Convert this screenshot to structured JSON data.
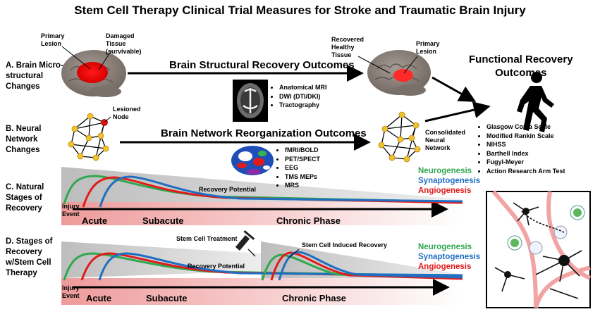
{
  "title": "Stem Cell Therapy Clinical Trial Measures for Stroke and Traumatic Brain Injury",
  "rows": {
    "a": "A. Brain Micro-\nstructural\nChanges",
    "b": "B. Neural\nNetwork\nChanges",
    "c": "C. Natural\nStages of\nRecovery",
    "d": "D. Stages of\nRecovery\nw/Stem Cell\nTherapy"
  },
  "labels": {
    "primary_lesion_left": "Primary\nLesion",
    "damaged_tissue": "Damaged\nTissue\n(survivable)",
    "recovered_tissue": "Recovered\nHealthy\nTissue",
    "primary_lesion_right": "Primary\nLesion",
    "lesioned_node": "Lesioned\nNode",
    "consolidated_network": "Consolidated\nNeural\nNetwork",
    "recovery_potential_c": "Recovery Potential",
    "recovery_potential_d": "Recovery Potential",
    "injury_event_c": "Injury\nEvent",
    "injury_event_d": "Injury\nEvent",
    "stem_cell_treatment": "Stem Cell Treatment",
    "stem_cell_induced_recovery": "Stem Cell Induced Recovery"
  },
  "headings": {
    "structural": "Brain Structural Recovery Outcomes",
    "network": "Brain Network Reorganization Outcomes",
    "functional": "Functional Recovery\nOutcomes"
  },
  "structural_measures": [
    "Anatomical MRI",
    "DWI (DTI/DKI)",
    "Tractography"
  ],
  "network_measures": [
    "fMRI/BOLD",
    "PET/SPECT",
    "EEG",
    "TMS MEPs",
    "MRS"
  ],
  "functional_measures": [
    "Glasgow Coma Scale",
    "Modified Rankin Scale",
    "NIHSS",
    "Barthell Index",
    "Fugyl-Meyer",
    "Action Research Arm Test"
  ],
  "phases": {
    "c": [
      "Acute",
      "Subacute",
      "Chronic Phase"
    ],
    "d": [
      "Acute",
      "Subacute",
      "Chronic Phase"
    ]
  },
  "legend": [
    {
      "label": "Neurogenesis",
      "color": "#2fa84f"
    },
    {
      "label": "Synaptogenesis",
      "color": "#1f6fc2"
    },
    {
      "label": "Angiogenesis",
      "color": "#e01b1b"
    }
  ],
  "legend_d": [
    {
      "label": "Neurogenesis",
      "color": "#2fa84f"
    },
    {
      "label": "Synaptogenesis",
      "color": "#1f6fc2"
    },
    {
      "label": "Angiogenesis",
      "color": "#e01b1b"
    }
  ],
  "colors": {
    "lesion": "#e01010",
    "brain": "#8a7f78",
    "node": "#f2c12e",
    "timeline_bar": "#f0a6a6",
    "wedge": "#c9c9c9",
    "vessel": "#f2a3a3"
  }
}
